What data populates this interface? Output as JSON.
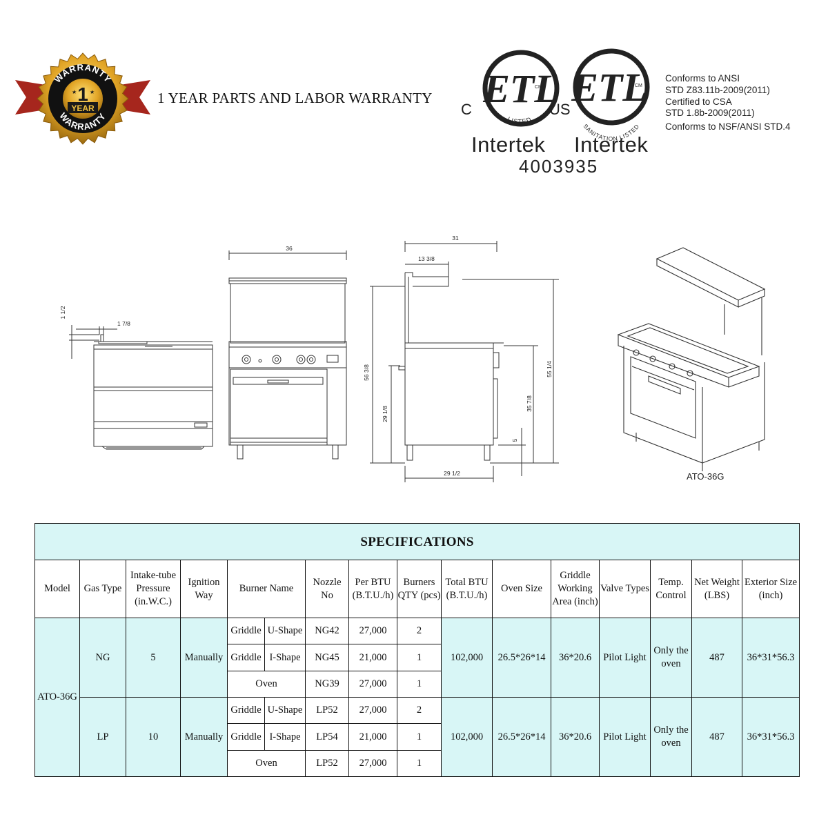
{
  "warranty": {
    "seal": {
      "top_text": "WARRANTY",
      "number": "1",
      "unit": "YEAR",
      "bottom_text": "WARRANTY"
    },
    "headline": "1 YEAR PARTS AND LABOR WARRANTY"
  },
  "certifications": {
    "etl_listed": {
      "c": "C",
      "us": "US",
      "listed": "LISTED",
      "cm": "CM"
    },
    "etl_sanitation": {
      "sanitation_listed": "SANITATION LISTED",
      "cm": "CM"
    },
    "brand_1": "Intertek",
    "brand_2": "Intertek",
    "control_number": "4003935",
    "conformance": [
      "Conforms to ANSI",
      "STD Z83.11b-2009(2011)",
      "Certified to CSA",
      "STD 1.8b-2009(2011)",
      "Conforms to NSF/ANSI STD.4"
    ]
  },
  "drawings": {
    "dimensions": {
      "side_top_height": "1 1/2",
      "side_top_offset": "1 7/8",
      "front_width": "36",
      "depth_total": "31",
      "shelf_depth": "13 3/8",
      "overall_height": "56 3/8",
      "height_alt": "55 1/4",
      "work_height": "35 7/8",
      "oven_height": "29 1/8",
      "leg_height": "5",
      "body_depth": "29 1/2"
    },
    "model_label": "ATO-36G"
  },
  "specifications": {
    "title": "SPECIFICATIONS",
    "headers": {
      "model": "Model",
      "gas_type": "Gas Type",
      "pressure": "Intake-tube Pressure (in.W.C.)",
      "ignition": "Ignition Way",
      "burner_name": "Burner Name",
      "nozzle": "Nozzle No",
      "per_btu": "Per BTU (B.T.U./h)",
      "burners_qty": "Burners QTY (pcs)",
      "total_btu": "Total BTU (B.T.U./h)",
      "oven_size": "Oven Size",
      "griddle_area": "Griddle Working Area (inch)",
      "valve": "Valve Types",
      "temp": "Temp. Control",
      "weight": "Net Weight (LBS)",
      "exterior": "Exterior Size (inch)"
    },
    "model": "ATO-36G",
    "groups": [
      {
        "gas_type": "NG",
        "pressure": "5",
        "ignition": "Manually",
        "total_btu": "102,000",
        "oven_size": "26.5*26*14",
        "griddle_area": "36*20.6",
        "valve": "Pilot Light",
        "temp": "Only the oven",
        "weight": "487",
        "exterior": "36*31*56.3",
        "rows": [
          {
            "burner_a": "Griddle",
            "burner_b": "U-Shape",
            "nozzle": "NG42",
            "per_btu": "27,000",
            "qty": "2"
          },
          {
            "burner_a": "Griddle",
            "burner_b": "I-Shape",
            "nozzle": "NG45",
            "per_btu": "21,000",
            "qty": "1"
          },
          {
            "burner": "Oven",
            "nozzle": "NG39",
            "per_btu": "27,000",
            "qty": "1"
          }
        ]
      },
      {
        "gas_type": "LP",
        "pressure": "10",
        "ignition": "Manually",
        "total_btu": "102,000",
        "oven_size": "26.5*26*14",
        "griddle_area": "36*20.6",
        "valve": "Pilot Light",
        "temp": "Only the oven",
        "weight": "487",
        "exterior": "36*31*56.3",
        "rows": [
          {
            "burner_a": "Griddle",
            "burner_b": "U-Shape",
            "nozzle": "LP52",
            "per_btu": "27,000",
            "qty": "2"
          },
          {
            "burner_a": "Griddle",
            "burner_b": "I-Shape",
            "nozzle": "LP54",
            "per_btu": "21,000",
            "qty": "1"
          },
          {
            "burner": "Oven",
            "nozzle": "LP52",
            "per_btu": "27,000",
            "qty": "1"
          }
        ]
      }
    ]
  }
}
